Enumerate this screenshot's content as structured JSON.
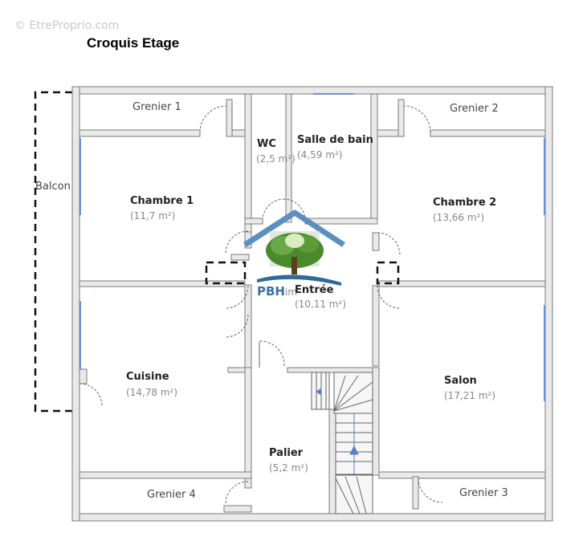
{
  "watermark": "© EtreProprio.com",
  "title": "Croquis Etage",
  "rooms": {
    "grenier1": {
      "name": "Grenier 1"
    },
    "grenier2": {
      "name": "Grenier 2"
    },
    "grenier3": {
      "name": "Grenier 3"
    },
    "grenier4": {
      "name": "Grenier 4"
    },
    "wc": {
      "name": "WC",
      "area": "(2,5 m²)"
    },
    "sdb": {
      "name": "Salle de bain",
      "area": "(4,59 m²)"
    },
    "chambre1": {
      "name": "Chambre 1",
      "area": "(11,7 m²)"
    },
    "chambre2": {
      "name": "Chambre 2",
      "area": "(13,66 m²)"
    },
    "entree": {
      "name": "Entrée",
      "area": "(10,11 m²)"
    },
    "cuisine": {
      "name": "Cuisine",
      "area": "(14,78 m²)"
    },
    "salon": {
      "name": "Salon",
      "area": "(17,21 m²)"
    },
    "palier": {
      "name": "Palier",
      "area": "(5,2 m²)"
    },
    "balcon": {
      "name": "Balcon"
    }
  },
  "logo": {
    "text": "PBH",
    "suffix": "im",
    "colors": {
      "house": "#5b8fc0",
      "tree": "#4a8a2a"
    }
  },
  "colors": {
    "wall_fill": "#e9e9e9",
    "wall_stroke": "#7a7a7a",
    "window": "#6c8fd0"
  }
}
